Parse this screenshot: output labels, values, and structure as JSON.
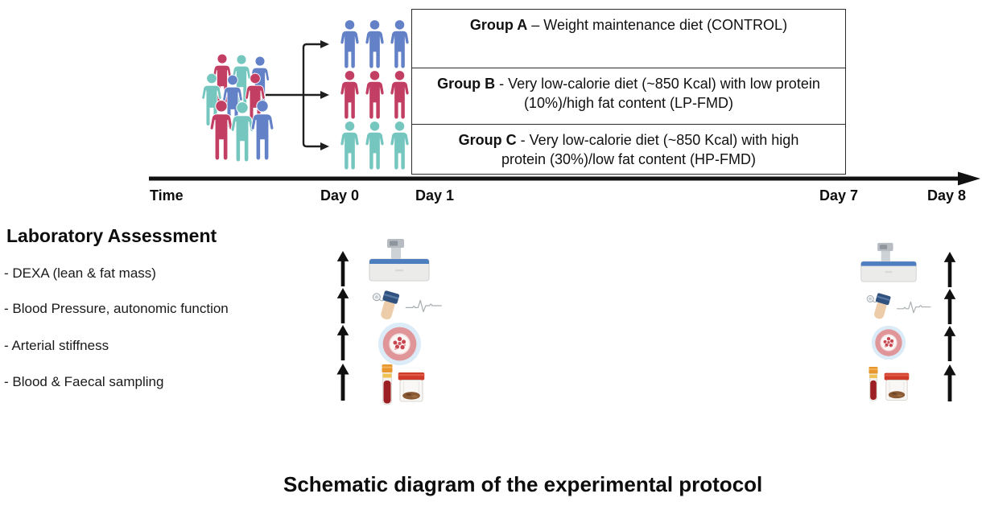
{
  "caption": {
    "text": "Schematic diagram of the experimental protocol"
  },
  "palette": {
    "blue": "#6381c7",
    "red": "#c23e63",
    "teal": "#74c6bf",
    "ink": "#1b1b1b",
    "box_border": "#2b2b2b"
  },
  "cohorts": [
    {
      "group": "A",
      "color": "#6381c7",
      "count": 3
    },
    {
      "group": "B",
      "color": "#c23e63",
      "count": 3
    },
    {
      "group": "C",
      "color": "#74c6bf",
      "count": 3
    }
  ],
  "group_boxes": [
    {
      "name": "Group A",
      "desc": "– Weight maintenance diet (CONTROL)"
    },
    {
      "name": "Group B",
      "desc": "- Very low-calorie diet (~850 Kcal) with low protein (10%)/high fat content (LP-FMD)"
    },
    {
      "name": "Group C",
      "desc": "- Very low-calorie diet (~850 Kcal) with high protein (30%)/low fat content (HP-FMD)"
    }
  ],
  "timeline": {
    "labels": [
      "Time",
      "Day 0",
      "Day 1",
      "Day 7",
      "Day 8"
    ]
  },
  "laboratory_assessment": {
    "title": "Laboratory Assessment",
    "items": [
      "- DEXA (lean & fat mass)",
      "- Blood Pressure, autonomic function",
      "- Arterial stiffness",
      "- Blood & Faecal sampling"
    ]
  },
  "icons": {
    "population": "mixed-crowd-icon",
    "randomization": "branch-arrows-icon",
    "dexa": "dexa-scanner-icon",
    "blood_pressure": "blood-pressure-cuff-icon",
    "ecg": "ecg-trace-icon",
    "artery": "artery-cross-section-icon",
    "blood_tube": "blood-sample-tube-icon",
    "faecal_jar": "faecal-sample-jar-icon",
    "assessment_marker": "up-arrow-icon"
  }
}
